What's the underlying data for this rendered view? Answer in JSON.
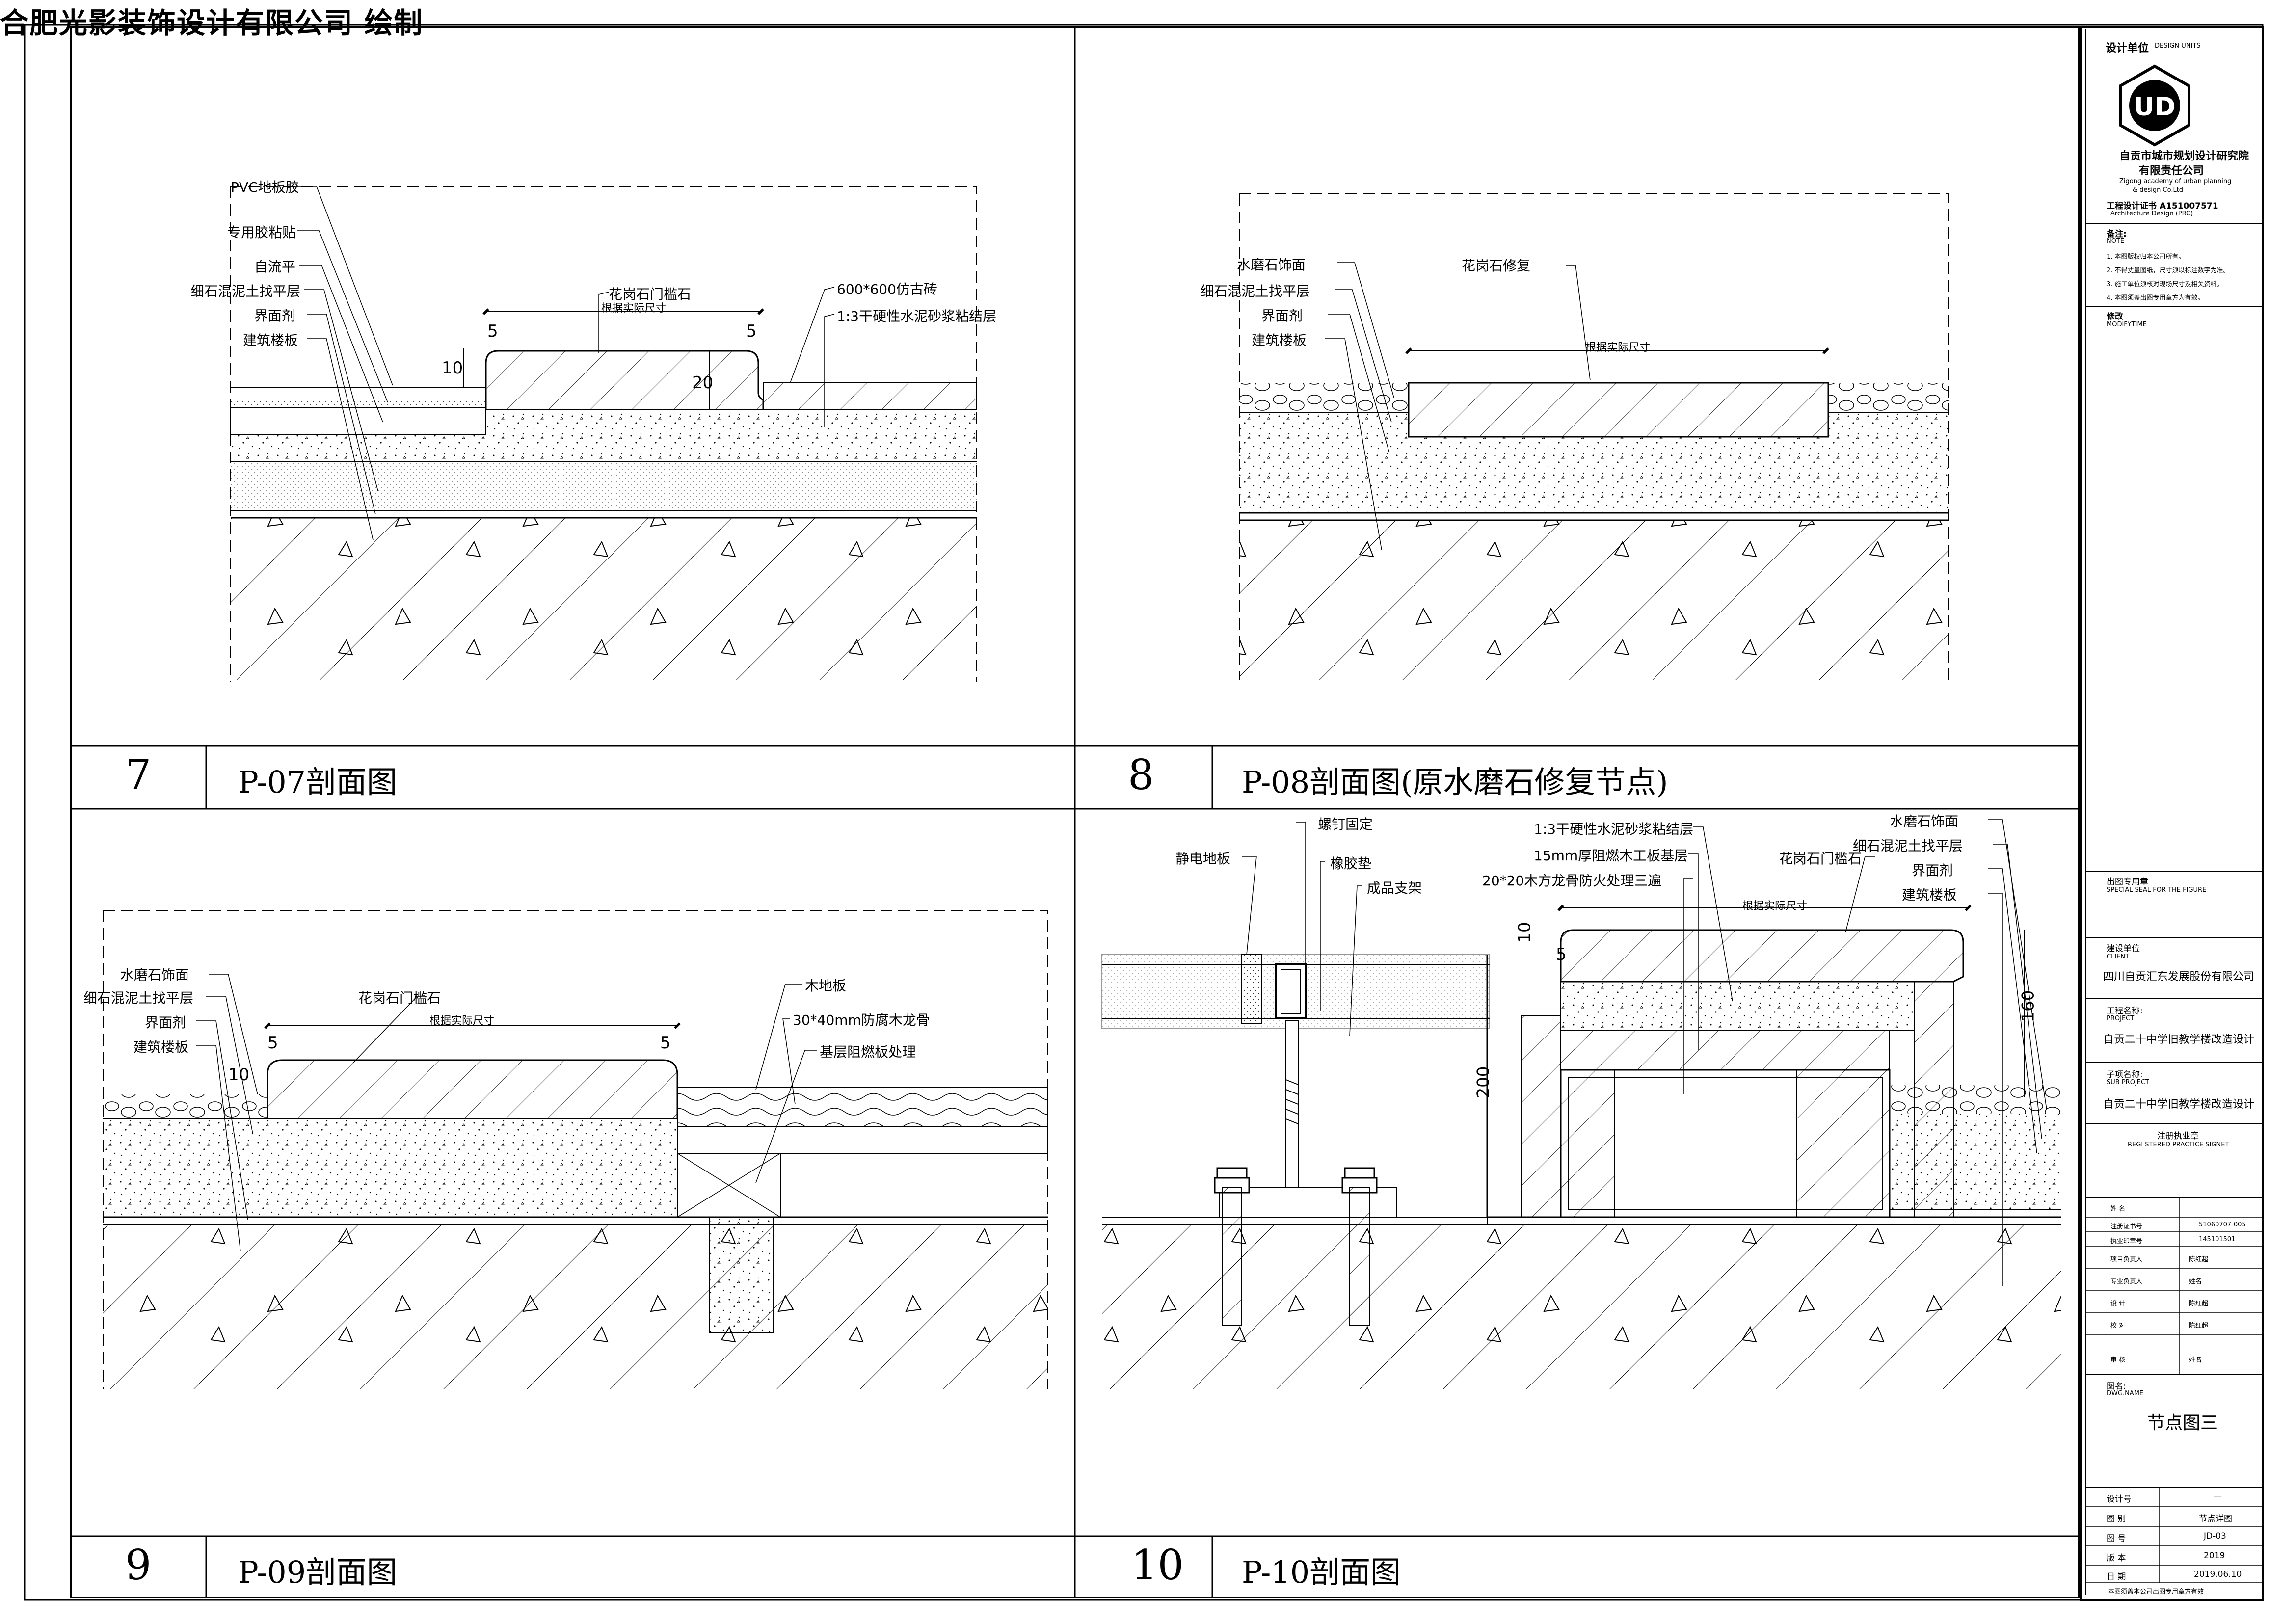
{
  "watermark": "合肥光影装饰设计有限公司 绘制",
  "panels": [
    {
      "number": "7",
      "title": "P-07剖面图"
    },
    {
      "number": "8",
      "title": "P-08剖面图(原水磨石修复节点)"
    },
    {
      "number": "9",
      "title": "P-09剖面图"
    },
    {
      "number": "10",
      "title": "P-10剖面图"
    }
  ],
  "p7": {
    "labels": [
      "PVC地板胶",
      "专用胶粘贴",
      "自流平",
      "细石混泥土找平层",
      "界面剂",
      "建筑楼板"
    ],
    "stone": "花岗石门槛石",
    "dim_label": "根据实际尺寸",
    "tile": "600*600仿古砖",
    "mortar": "1:3干硬性水泥砂浆粘结层",
    "d5a": "5",
    "d5b": "5",
    "d10": "10",
    "d20": "20"
  },
  "p8": {
    "labels": [
      "水磨石饰面",
      "细石混泥土找平层",
      "界面剂",
      "建筑楼板"
    ],
    "repair": "花岗石修复",
    "dim_label": "根据实际尺寸"
  },
  "p9": {
    "labels": [
      "水磨石饰面",
      "细石混泥土找平层",
      "界面剂",
      "建筑楼板"
    ],
    "stone": "花岗石门槛石",
    "dim_label": "根据实际尺寸",
    "right_labels": [
      "木地板",
      "30*40mm防腐木龙骨",
      "基层阻燃板处理"
    ],
    "d5a": "5",
    "d5b": "5",
    "d10": "10"
  },
  "p10": {
    "top_labels": [
      "螺钉固定",
      "橡胶垫",
      "成品支架"
    ],
    "left_label": "静电地板",
    "mid_labels": [
      "1:3干硬性水泥砂浆粘结层",
      "15mm厚阻燃木工板基层",
      "20*20木方龙骨防火处理三遍"
    ],
    "stone": "花岗石门槛石",
    "right_labels": [
      "水磨石饰面",
      "细石混泥土找平层",
      "界面剂",
      "建筑楼板"
    ],
    "dim_label": "根据实际尺寸",
    "d200": "200",
    "d160": "160",
    "d10": "10",
    "d5": "5"
  },
  "title_block": {
    "design_unit_cn": "设计单位",
    "design_unit_en": "DESIGN UNITS",
    "logo": "UD",
    "company_cn_1": "自贡市城市规划设计研究院",
    "company_cn_2": "有限责任公司",
    "company_en_1": "Zigong academy of urban planning",
    "company_en_2": "& design Co.Ltd",
    "cert": "工程设计证书 A151007571",
    "cert_en": "Architecture Design (PRC)",
    "notes_title": "备注:",
    "notes_en": "NOTE",
    "notes": [
      "1. 本图版权归本公司所有。",
      "2. 不得丈量图纸，尺寸须以标注数字为准。",
      "3. 施工单位须核对现场尺寸及相关资料。",
      "4. 本图须盖出图专用章方为有效。"
    ],
    "modify_title": "修改",
    "modify_en": "MODIFYTIME",
    "seal_title": "出图专用章",
    "seal_en": "SPECIAL SEAL FOR THE FIGURE",
    "client_title": "建设单位",
    "client_en": "CLIENT",
    "client": "四川自贡汇东发展股份有限公司",
    "project_title": "工程名称:",
    "project_en": "PROJECT",
    "project": "自贡二十中学旧教学楼改造设计",
    "subproject_title": "子项名称:",
    "subproject_en": "SUB PROJECT",
    "subproject": "自贡二十中学旧教学楼改造设计",
    "signet_title": "注册执业章",
    "signet_en": "REGI STERED PRACTICE SIGNET",
    "reg_rows": [
      {
        "k": "姓 名",
        "v": "—"
      },
      {
        "k": "注册证书号",
        "v": "51060707-005"
      },
      {
        "k": "执业印章号",
        "v": "145101501"
      }
    ],
    "staff_rows": [
      {
        "k": "项目负责人",
        "v": "陈红超"
      },
      {
        "k": "专业负责人",
        "v": "姓名"
      },
      {
        "k": "设 计",
        "v": "陈红超"
      },
      {
        "k": "校 对",
        "v": "陈红超"
      },
      {
        "k": "审 核",
        "v": "姓名"
      }
    ],
    "drawing_name_title": "图名:",
    "drawing_name_en": "DWG.NAME",
    "drawing_name": "节点图三",
    "info_rows": [
      {
        "k": "设计号",
        "v": "—"
      },
      {
        "k": "图 别",
        "v": "节点详图"
      },
      {
        "k": "图 号",
        "v": "JD-03"
      },
      {
        "k": "版 本",
        "v": "2019"
      },
      {
        "k": "日 期",
        "v": "2019.06.10"
      }
    ],
    "footer": "本图须盖本公司出图专用章方有效"
  }
}
